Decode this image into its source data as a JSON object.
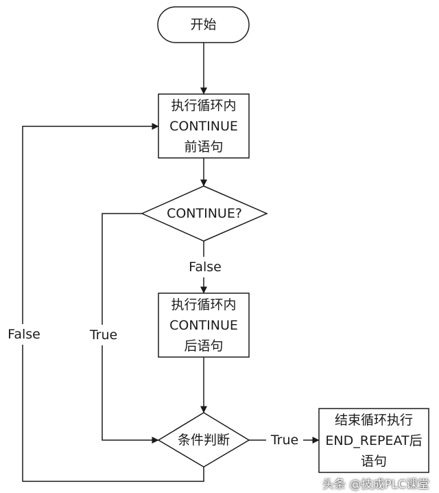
{
  "nodes": {
    "start": "开始",
    "pre_statement": [
      "执行循环内",
      "CONTINUE",
      "前语句"
    ],
    "continue_decision": "CONTINUE?",
    "post_statement": [
      "执行循环内",
      "CONTINUE",
      "后语句"
    ],
    "condition_decision": "条件判断",
    "end_statement": [
      "结束循环执行",
      "END_REPEAT后",
      "语句"
    ]
  },
  "edges": {
    "continue_false": "False",
    "continue_true": "True",
    "condition_true": "True",
    "condition_false": "False"
  },
  "watermark": "头条 @技成PLC课堂"
}
